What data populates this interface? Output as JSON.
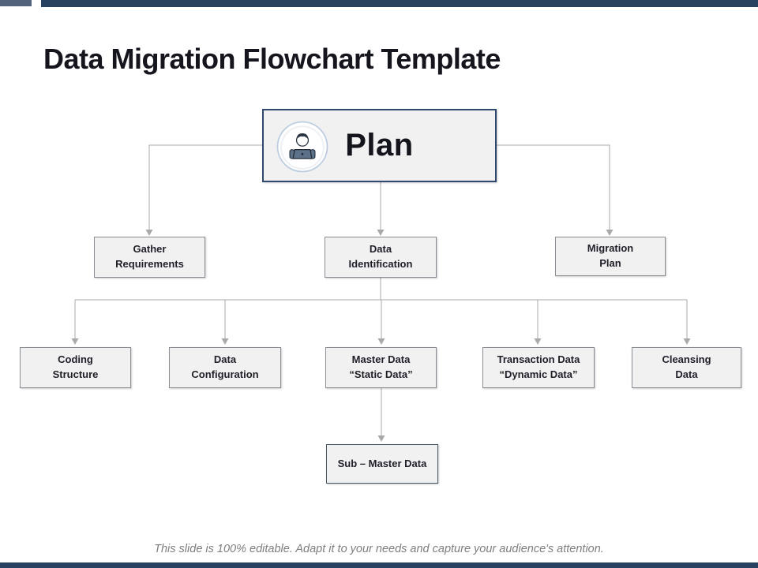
{
  "header": {
    "title": "Data Migration Flowchart Template"
  },
  "flowchart": {
    "root": {
      "label": "Plan",
      "icon": "person-laptop-icon"
    },
    "level2": [
      {
        "line1": "Gather",
        "line2": "Requirements"
      },
      {
        "line1": "Data",
        "line2": "Identification"
      },
      {
        "line1": "Migration",
        "line2": "Plan"
      }
    ],
    "level3": [
      {
        "line1": "Coding",
        "line2": "Structure"
      },
      {
        "line1": "Data",
        "line2": "Configuration"
      },
      {
        "line1": "Master Data",
        "line2": "“Static Data”"
      },
      {
        "line1": "Transaction Data",
        "line2": "“Dynamic Data”"
      },
      {
        "line1": "Cleansing",
        "line2": "Data"
      }
    ],
    "level4": {
      "label": "Sub – Master Data"
    }
  },
  "footer": {
    "text": "This slide is 100% editable. Adapt it to your needs and capture your audience's attention."
  },
  "colors": {
    "top_bar": "#264260",
    "top_bar_accent": "#51627a",
    "box_fill": "#f1f1f2",
    "plan_border": "#2d4a6e",
    "box_border": "#8a8f96",
    "connector": "#a9a9a9",
    "title_text": "#15151d",
    "icon_ring": "#b9cbdf",
    "icon_laptop": "#5d7189"
  }
}
